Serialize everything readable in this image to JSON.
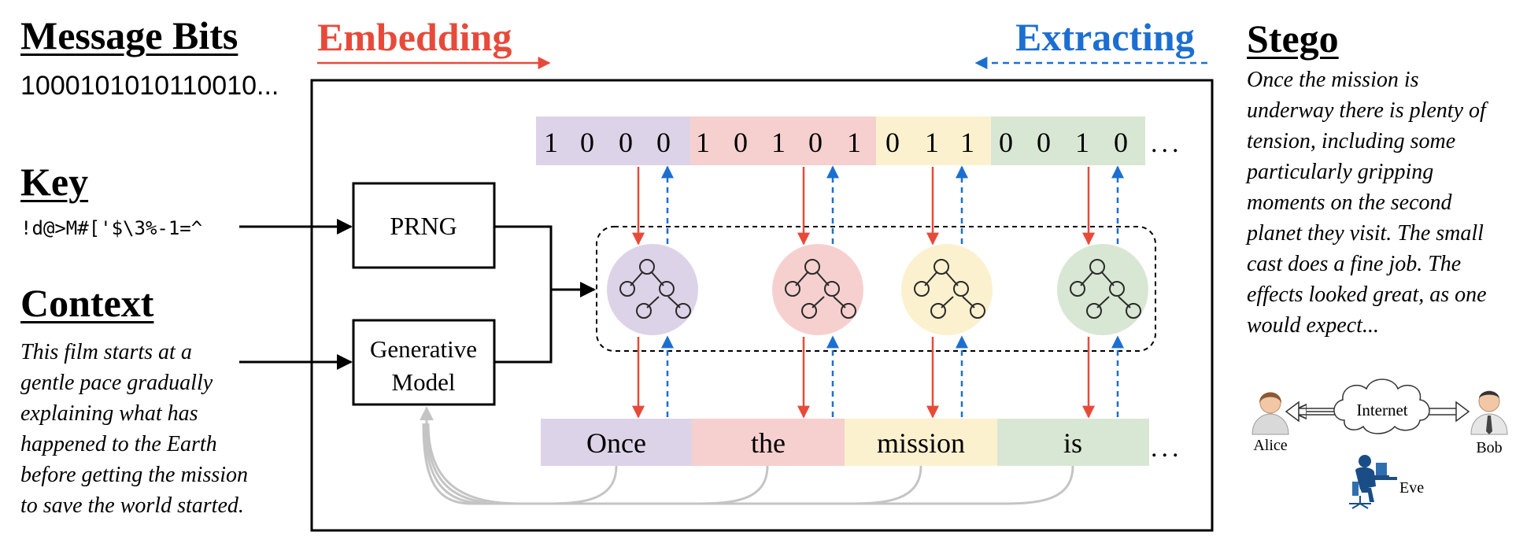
{
  "message_bits": {
    "heading": "Message Bits",
    "value": "1000101010110010..."
  },
  "key": {
    "heading": "Key",
    "value": "!d@>M#['$\\3%-1=^"
  },
  "context": {
    "heading": "Context",
    "lines": [
      "This film starts at a",
      "gentle pace gradually",
      "explaining what has",
      "happened to the Earth",
      "before getting the mission",
      "to save the world started."
    ]
  },
  "embedding": {
    "label": "Embedding",
    "color": "#e84a3a"
  },
  "extracting": {
    "label": "Extracting",
    "color": "#1c6fd1"
  },
  "stego": {
    "heading": "Stego",
    "lines": [
      "Once the mission is",
      "underway there is plenty of",
      "tension, including some",
      "particularly gripping",
      "moments on the second",
      "planet they visit. The small",
      "cast does a fine job. The",
      "effects looked great, as one",
      "would expect..."
    ]
  },
  "boxes": {
    "prng": "PRNG",
    "model_line1": "Generative",
    "model_line2": "Model"
  },
  "bit_groups": [
    {
      "bits": [
        "1",
        "0",
        "0",
        "0"
      ],
      "color": "#ddd3e8"
    },
    {
      "bits": [
        "1",
        "0",
        "1",
        "0",
        "1"
      ],
      "color": "#f6d0cf"
    },
    {
      "bits": [
        "0",
        "1",
        "1"
      ],
      "color": "#fcf1cf"
    },
    {
      "bits": [
        "0",
        "0",
        "1",
        "0"
      ],
      "color": "#d8e7d3"
    }
  ],
  "ellipsis": "...",
  "tree_colors": [
    "#ddd3e8",
    "#f6d0cf",
    "#fcf1cf",
    "#d8e7d3"
  ],
  "tokens": [
    {
      "text": "Once",
      "color": "#ddd3e8"
    },
    {
      "text": "the",
      "color": "#f6d0cf"
    },
    {
      "text": "mission",
      "color": "#fcf1cf"
    },
    {
      "text": "is",
      "color": "#d8e7d3"
    }
  ],
  "network": {
    "alice": "Alice",
    "bob": "Bob",
    "eve": "Eve",
    "internet": "Internet"
  }
}
